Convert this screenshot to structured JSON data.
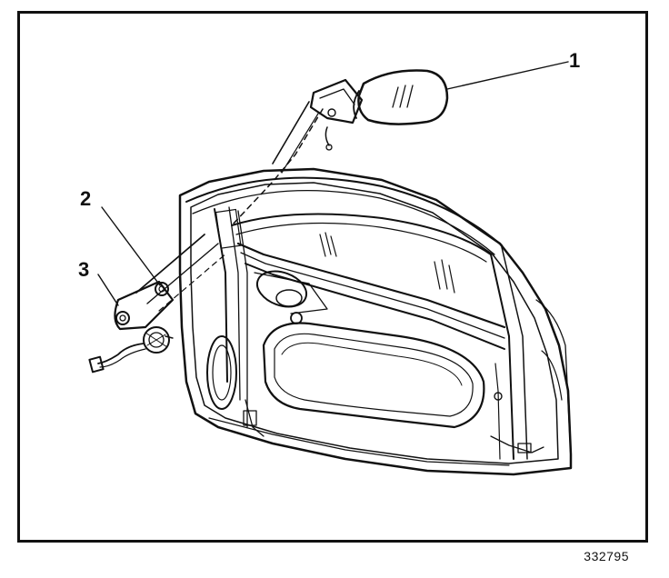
{
  "callouts": {
    "c1": "1",
    "c2": "2",
    "c3": "3"
  },
  "figure_id": "332795",
  "colors": {
    "ink": "#111111",
    "paper": "#ffffff"
  }
}
